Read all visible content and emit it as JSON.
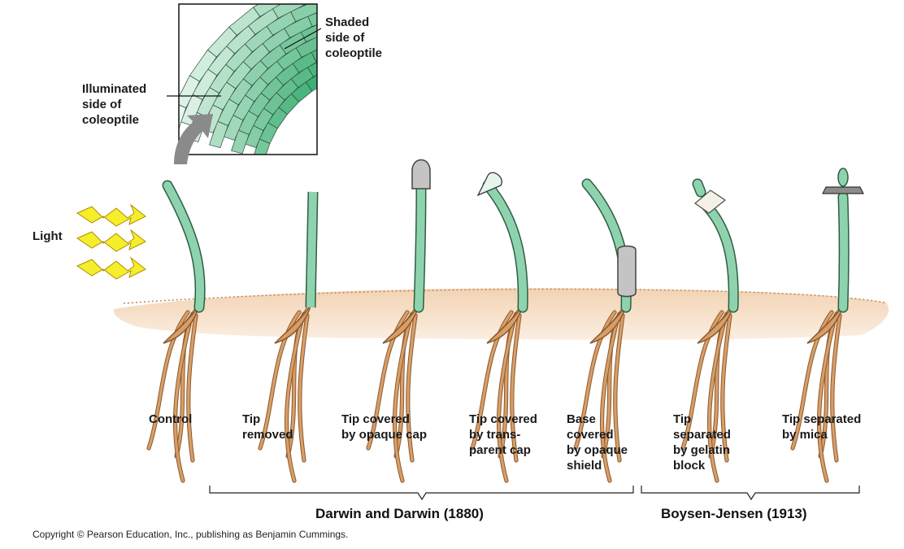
{
  "inset": {
    "shaded_label": "Shaded\nside of\ncoleoptile",
    "illuminated_label": "Illuminated\nside of\ncoleoptile"
  },
  "light_label": "Light",
  "experiments": [
    {
      "label": "Control"
    },
    {
      "label": "Tip\nremoved"
    },
    {
      "label": "Tip covered\nby opaque cap"
    },
    {
      "label": "Tip covered\nby trans-\nparent cap"
    },
    {
      "label": "Base\ncovered\nby opaque\nshield"
    },
    {
      "label": "Tip\nseparated\nby gelatin\nblock"
    },
    {
      "label": "Tip separated\nby mica"
    }
  ],
  "groups": [
    {
      "label": "Darwin and Darwin (1880)"
    },
    {
      "label": "Boysen-Jensen (1913)"
    }
  ],
  "copyright": "Copyright © Pearson Education, Inc., publishing as Benjamin Cummings.",
  "colors": {
    "coleoptile": "#8fd3ae",
    "coleoptile_outline": "#2c5e43",
    "root": "#d99e68",
    "soil": "#f5dcc2",
    "light_arrow": "#f5ee2a",
    "opaque": "#c4c4c4",
    "transparent_cap": "#e7f6ec",
    "gelatin": "#f4f1e6",
    "mica": "#8c8c8c",
    "shaded_cell": "#1aa05a",
    "illuminated_cell": "#e8f6ee"
  }
}
